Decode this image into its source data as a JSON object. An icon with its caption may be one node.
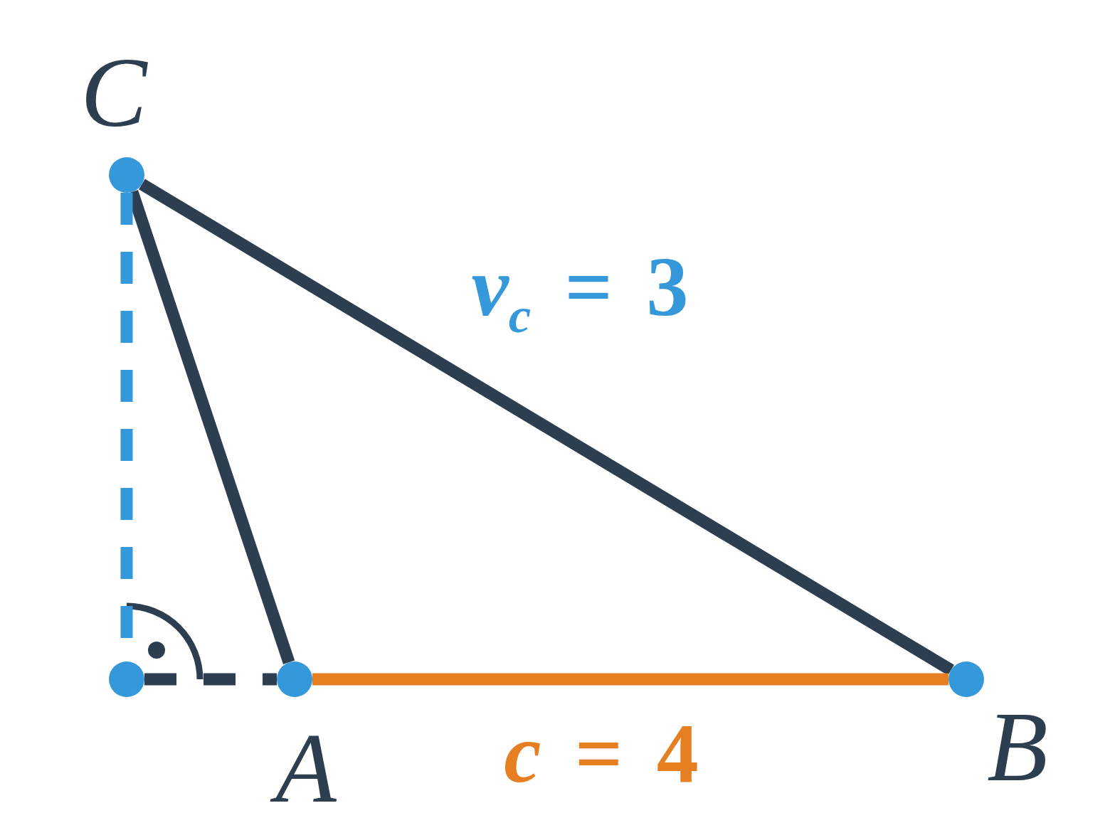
{
  "diagram": {
    "nodes": [
      {
        "text": [],
        "shape": "circle",
        "beside": [
          "C"
        ]
      },
      {
        "text": [],
        "shape": "circle",
        "beside": [
          "A"
        ]
      },
      {
        "text": [],
        "shape": "circle",
        "beside": [
          "B"
        ]
      },
      {
        "text": [],
        "shape": "circle"
      }
    ],
    "edges": [
      {
        "from": 0,
        "to": 1,
        "arrow": "none"
      },
      {
        "from": 0,
        "to": 2,
        "arrow": "none"
      },
      {
        "from": 1,
        "to": 2,
        "arrow": "none",
        "label": "*c* = 4",
        "color": "#e67e22"
      },
      {
        "from": 0,
        "to": 3,
        "arrow": "none",
        "style": "dashed",
        "color": "#3498db"
      },
      {
        "from": 3,
        "to": 1,
        "arrow": "none",
        "style": "dashed"
      }
    ],
    "labels": [
      "*v*$_{c}$ = 3"
    ]
  }
}
